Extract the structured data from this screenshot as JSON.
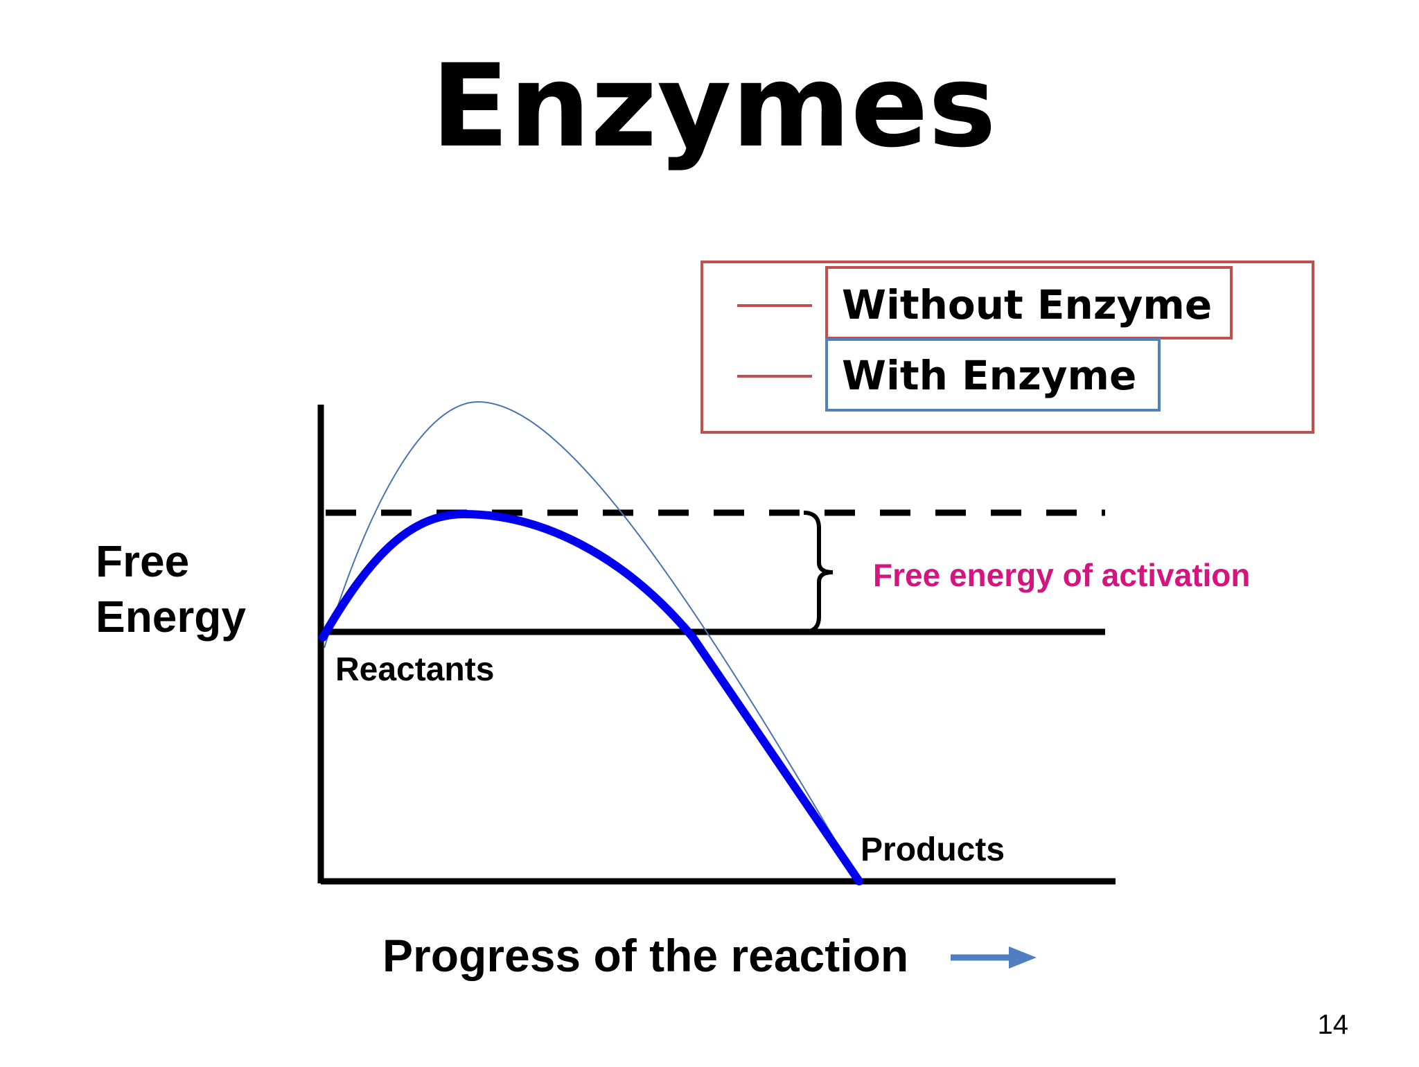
{
  "slide": {
    "title": "Enzymes",
    "page_number": "14"
  },
  "diagram": {
    "y_axis_label_line1": "Free",
    "y_axis_label_line2": "Energy",
    "x_axis_label": "Progress of the reaction",
    "reactants_label": "Reactants",
    "products_label": "Products",
    "activation_label": "Free energy of activation",
    "colors": {
      "axis": "#000000",
      "with_enzyme_curve": "#0000ee",
      "without_enzyme_curve": "#4a72b0",
      "activation_text": "#d4147f",
      "arrow": "#4f7fc0",
      "legend_outer_border": "#c0504d",
      "legend_without_border": "#c0504d",
      "legend_with_border": "#4f81bd"
    }
  },
  "legend": {
    "items": [
      {
        "label": "Without Enzyme",
        "line_color": "#c0504d"
      },
      {
        "label": "With Enzyme",
        "line_color": "#c0504d"
      }
    ]
  }
}
